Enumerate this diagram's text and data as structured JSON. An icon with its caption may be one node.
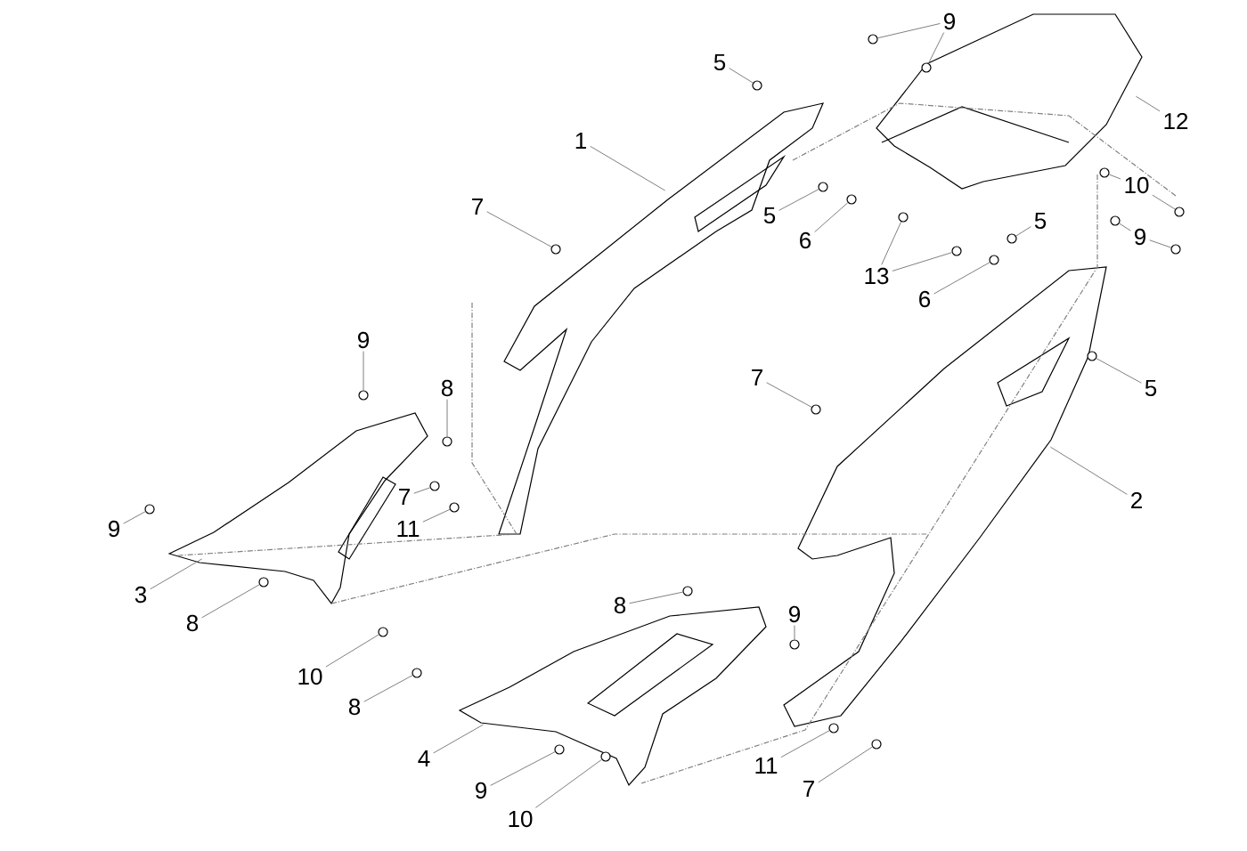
{
  "diagram": {
    "nodes": [
      {
        "text": [
          "5"
        ]
      },
      {
        "text": [
          "1"
        ]
      },
      {
        "text": [
          "7"
        ]
      },
      {
        "text": [
          "9"
        ]
      },
      {
        "text": [
          "12"
        ]
      },
      {
        "text": [
          "5"
        ]
      },
      {
        "text": [
          "6"
        ]
      },
      {
        "text": [
          "13"
        ]
      },
      {
        "text": [
          "10"
        ]
      },
      {
        "text": [
          "9"
        ]
      },
      {
        "text": [
          "5"
        ]
      },
      {
        "text": [
          "6"
        ]
      },
      {
        "text": [
          "5"
        ]
      },
      {
        "text": [
          "7"
        ]
      },
      {
        "text": [
          "2"
        ]
      },
      {
        "text": [
          "9"
        ]
      },
      {
        "text": [
          "8"
        ]
      },
      {
        "text": [
          "9"
        ]
      },
      {
        "text": [
          "7"
        ]
      },
      {
        "text": [
          "11"
        ]
      },
      {
        "text": [
          "3"
        ]
      },
      {
        "text": [
          "8"
        ]
      },
      {
        "text": [
          "10"
        ]
      },
      {
        "text": [
          "8"
        ]
      },
      {
        "text": [
          "4"
        ]
      },
      {
        "text": [
          "9"
        ]
      },
      {
        "text": [
          "10"
        ]
      },
      {
        "text": [
          "8"
        ]
      },
      {
        "text": [
          "9"
        ]
      },
      {
        "text": [
          "11"
        ]
      },
      {
        "text": [
          "7"
        ]
      },
      {
        "text": [],
        "shape": "circle"
      },
      {
        "text": [],
        "shape": "circle"
      },
      {
        "text": [],
        "shape": "circle"
      },
      {
        "text": [],
        "shape": "circle"
      },
      {
        "text": [],
        "shape": "circle"
      },
      {
        "text": [],
        "shape": "circle"
      },
      {
        "text": [],
        "shape": "circle"
      },
      {
        "text": [],
        "shape": "circle"
      },
      {
        "text": [],
        "shape": "circle"
      },
      {
        "text": [],
        "shape": "circle"
      },
      {
        "text": [],
        "shape": "circle"
      },
      {
        "text": [],
        "shape": "circle"
      },
      {
        "text": [],
        "shape": "circle"
      },
      {
        "text": [],
        "shape": "circle"
      },
      {
        "text": [],
        "shape": "circle"
      },
      {
        "text": [],
        "shape": "circle"
      },
      {
        "text": [],
        "shape": "circle"
      },
      {
        "text": [],
        "shape": "circle"
      },
      {
        "text": [],
        "shape": "circle"
      },
      {
        "text": [],
        "shape": "circle"
      },
      {
        "text": [],
        "shape": "circle"
      },
      {
        "text": [],
        "shape": "circle"
      },
      {
        "text": [],
        "shape": "circle"
      },
      {
        "text": [],
        "shape": "circle"
      },
      {
        "text": [],
        "shape": "circle"
      },
      {
        "text": [],
        "shape": "circle"
      },
      {
        "text": [],
        "shape": "circle"
      },
      {
        "text": [],
        "shape": "circle"
      },
      {
        "text": [],
        "shape": "circle"
      },
      {
        "text": [],
        "shape": "circle"
      }
    ],
    "edges": [
      {
        "from": 0,
        "to": 31,
        "arrow": "none"
      },
      {
        "from": 1,
        "to": null,
        "arrow": "none"
      },
      {
        "from": 2,
        "to": 32,
        "arrow": "none"
      },
      {
        "from": 3,
        "to": 33,
        "arrow": "none"
      },
      {
        "from": 3,
        "to": 34,
        "arrow": "none"
      },
      {
        "from": 4,
        "to": null,
        "arrow": "none"
      },
      {
        "from": 5,
        "to": 35,
        "arrow": "none"
      },
      {
        "from": 6,
        "to": 36,
        "arrow": "none"
      },
      {
        "from": 7,
        "to": 37,
        "arrow": "none"
      },
      {
        "from": 7,
        "to": 38,
        "arrow": "none"
      },
      {
        "from": 8,
        "to": 39,
        "arrow": "none"
      },
      {
        "from": 8,
        "to": 40,
        "arrow": "none"
      },
      {
        "from": 9,
        "to": 41,
        "arrow": "none"
      },
      {
        "from": 9,
        "to": 42,
        "arrow": "none"
      },
      {
        "from": 10,
        "to": 43,
        "arrow": "none"
      },
      {
        "from": 11,
        "to": 44,
        "arrow": "none"
      },
      {
        "from": 12,
        "to": 45,
        "arrow": "none"
      },
      {
        "from": 13,
        "to": 46,
        "arrow": "none"
      },
      {
        "from": 14,
        "to": null,
        "arrow": "none"
      },
      {
        "from": 15,
        "to": 47,
        "arrow": "none"
      },
      {
        "from": 16,
        "to": 48,
        "arrow": "none"
      },
      {
        "from": 17,
        "to": 49,
        "arrow": "none"
      },
      {
        "from": 18,
        "to": 50,
        "arrow": "none"
      },
      {
        "from": 19,
        "to": 51,
        "arrow": "none"
      },
      {
        "from": 20,
        "to": null,
        "arrow": "none"
      },
      {
        "from": 21,
        "to": 52,
        "arrow": "none"
      },
      {
        "from": 22,
        "to": 53,
        "arrow": "none"
      },
      {
        "from": 23,
        "to": 54,
        "arrow": "none"
      },
      {
        "from": 24,
        "to": null,
        "arrow": "none"
      },
      {
        "from": 25,
        "to": 55,
        "arrow": "none"
      },
      {
        "from": 26,
        "to": 56,
        "arrow": "none"
      },
      {
        "from": 27,
        "to": 57,
        "arrow": "none"
      },
      {
        "from": 28,
        "to": 58,
        "arrow": "none"
      },
      {
        "from": 29,
        "to": 59,
        "arrow": "none"
      },
      {
        "from": 30,
        "to": 60,
        "arrow": "none"
      }
    ]
  }
}
